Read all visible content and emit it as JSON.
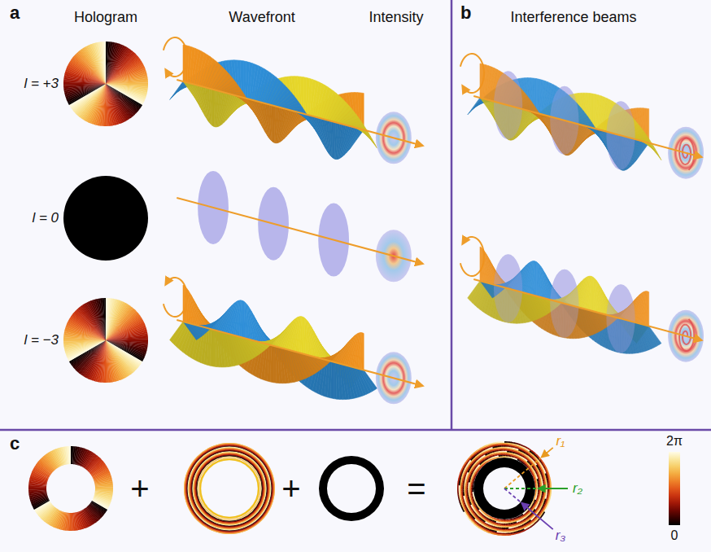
{
  "diagram": {
    "labels": [
      "a",
      "Hologram",
      "Wavefront",
      "Intensity",
      "b",
      "Interference beams",
      "l = +3",
      "l = 0",
      "l = −3",
      "c",
      "+",
      "+",
      "=",
      "r₁",
      "r₂",
      "r₃",
      "2π",
      "0"
    ]
  }
}
